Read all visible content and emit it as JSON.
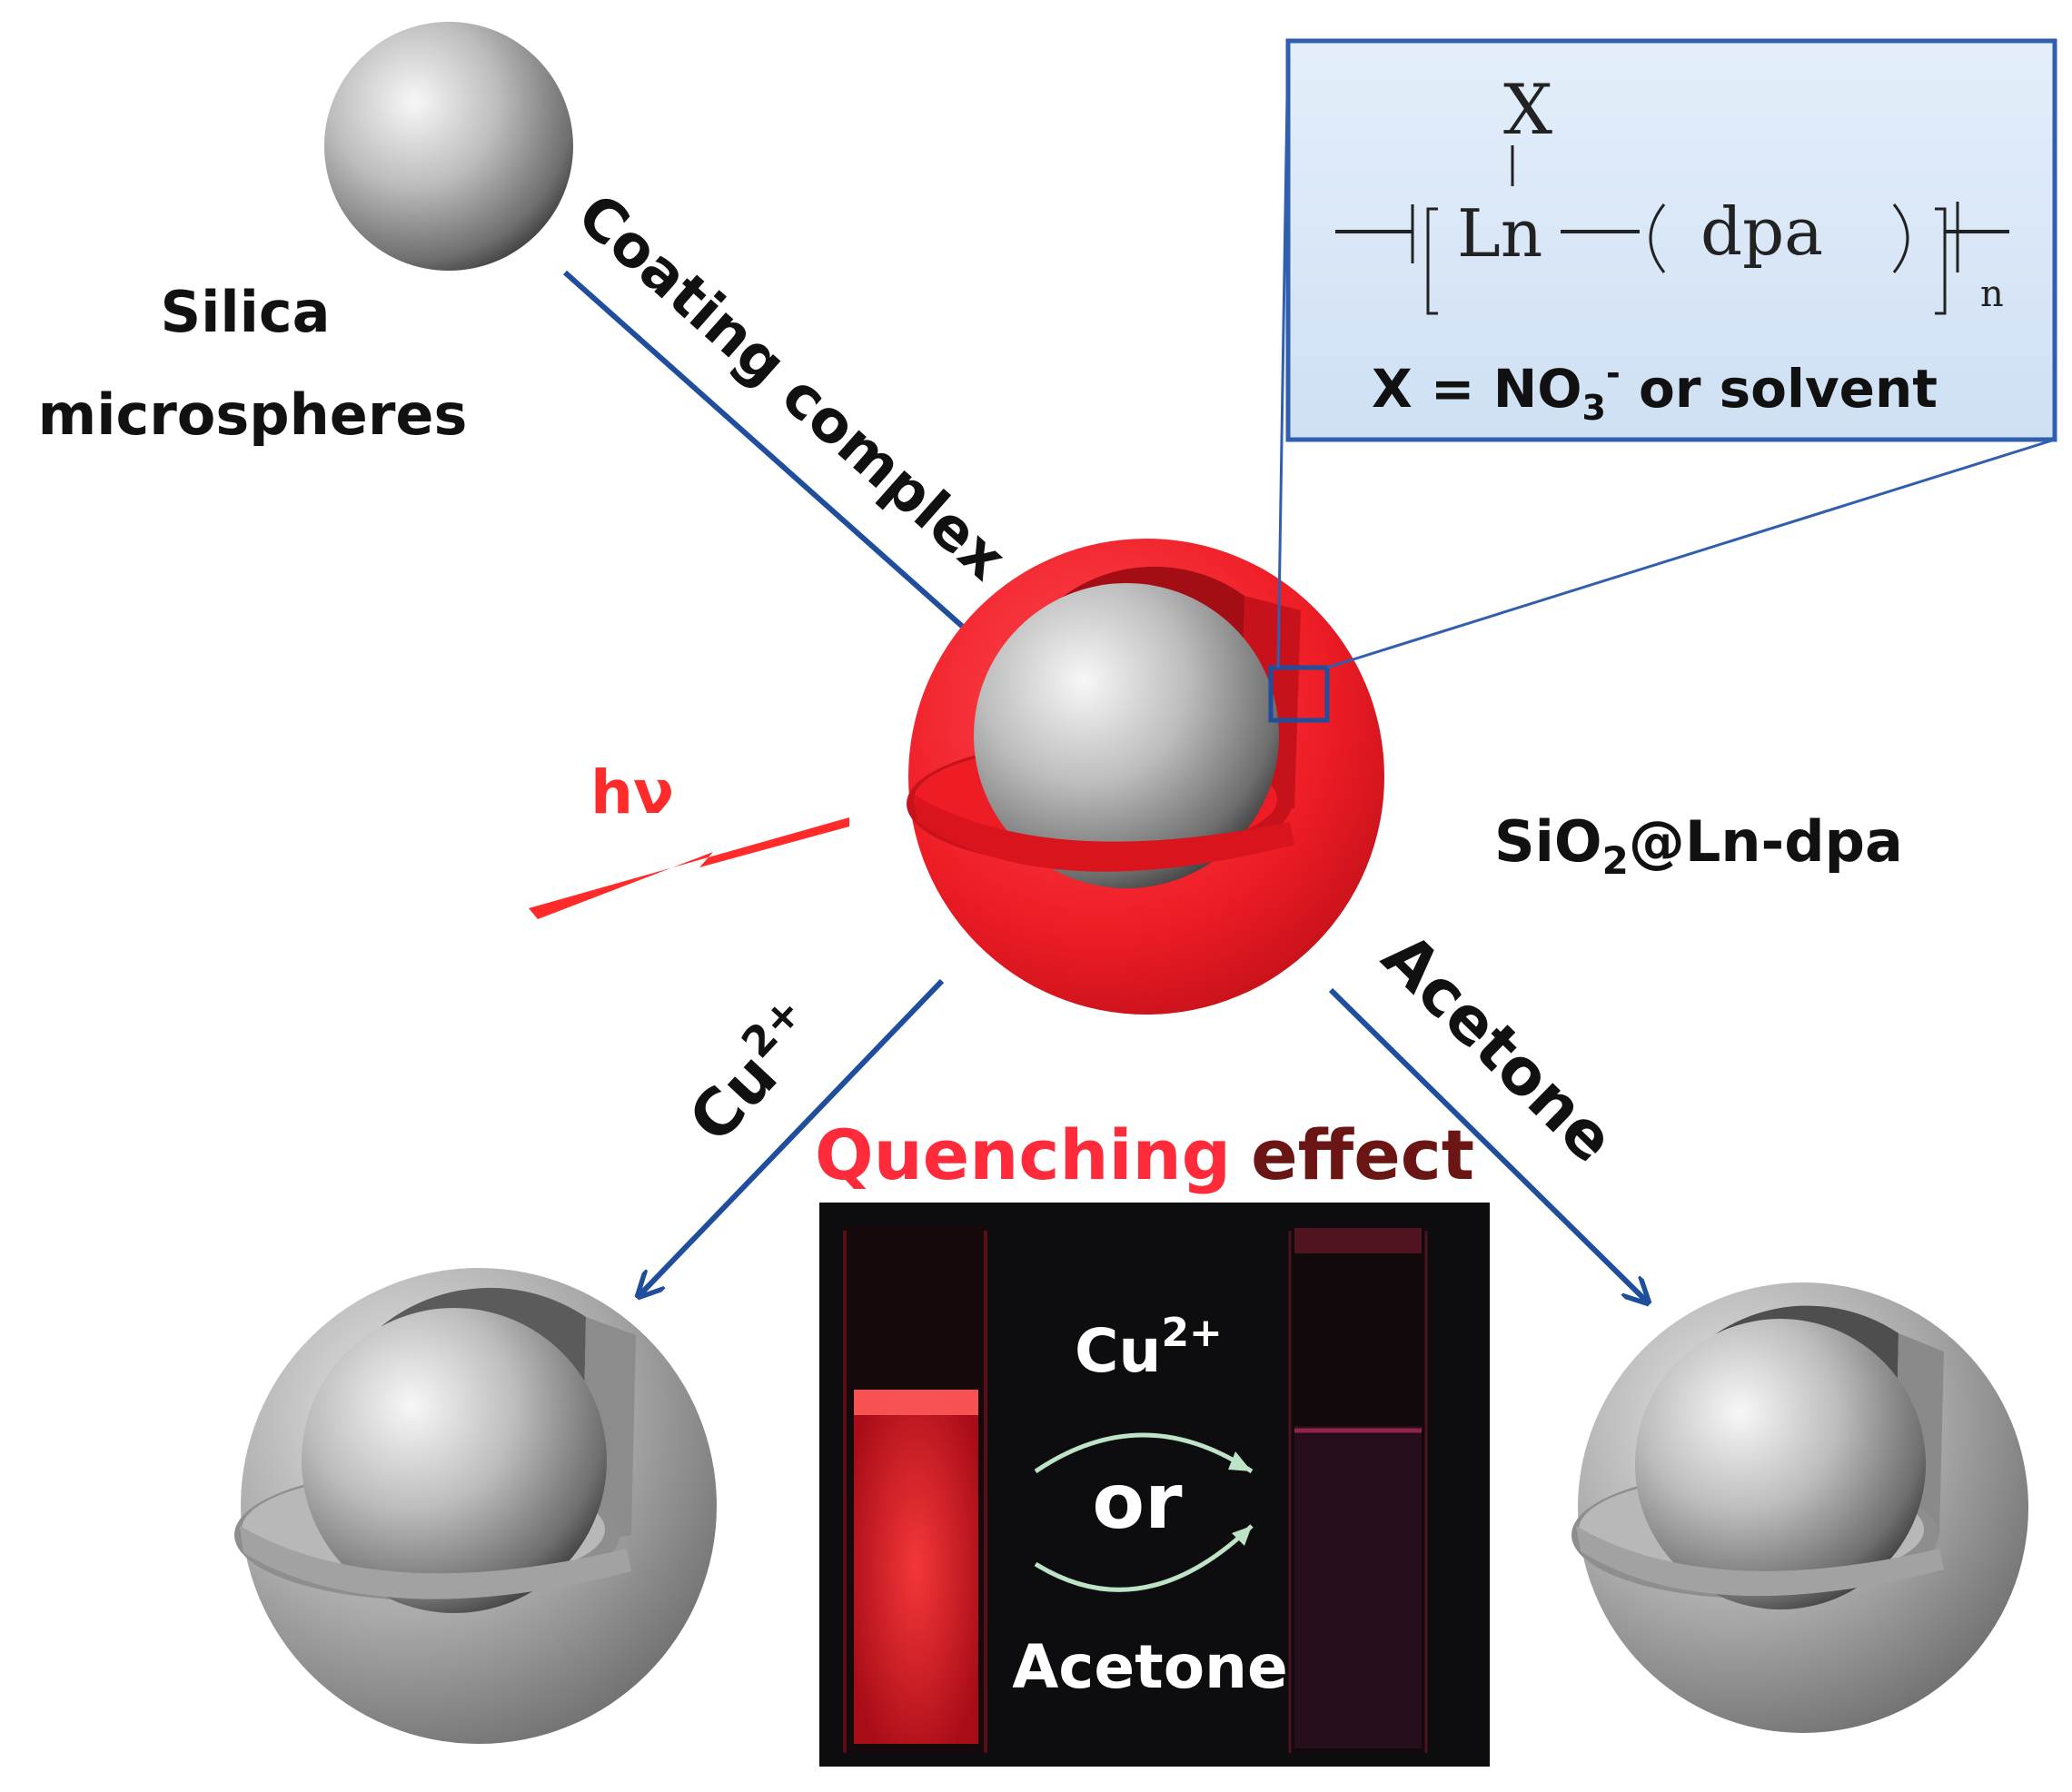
{
  "labels": {
    "silica_line1": "Silica",
    "silica_line2": "microspheres",
    "coating": "Coating complex",
    "hv": "hν",
    "product_prefix": "SiO",
    "product_sub": "2",
    "product_suffix": "@Ln-dpa",
    "cu_left": "Cu",
    "cu_left_sup": "2+",
    "acetone_right": "Acetone",
    "quenching_word1": "Quenching",
    "quenching_word2": "effect"
  },
  "formula": {
    "x_top": "X",
    "ln": "Ln",
    "dpa": "dpa",
    "n_sub": "n",
    "caption_prefix": "X = NO",
    "caption_sub": "3",
    "caption_sup": "-",
    "caption_suffix": " or solvent"
  },
  "photo": {
    "cu": "Cu",
    "cu_sup": "2+",
    "or": "or",
    "acetone": "Acetone"
  },
  "colors": {
    "arrow_blue": "#1f4e9c",
    "red_shell": "#ee1c25",
    "hv_red": "#ff2a2a",
    "inset_fill": "#dce9f7",
    "inset_stroke": "#2f5fae",
    "quench_red": "#ff2b3b",
    "quench_dark": "#6b1515",
    "photo_bg": "#0d0c0f"
  }
}
